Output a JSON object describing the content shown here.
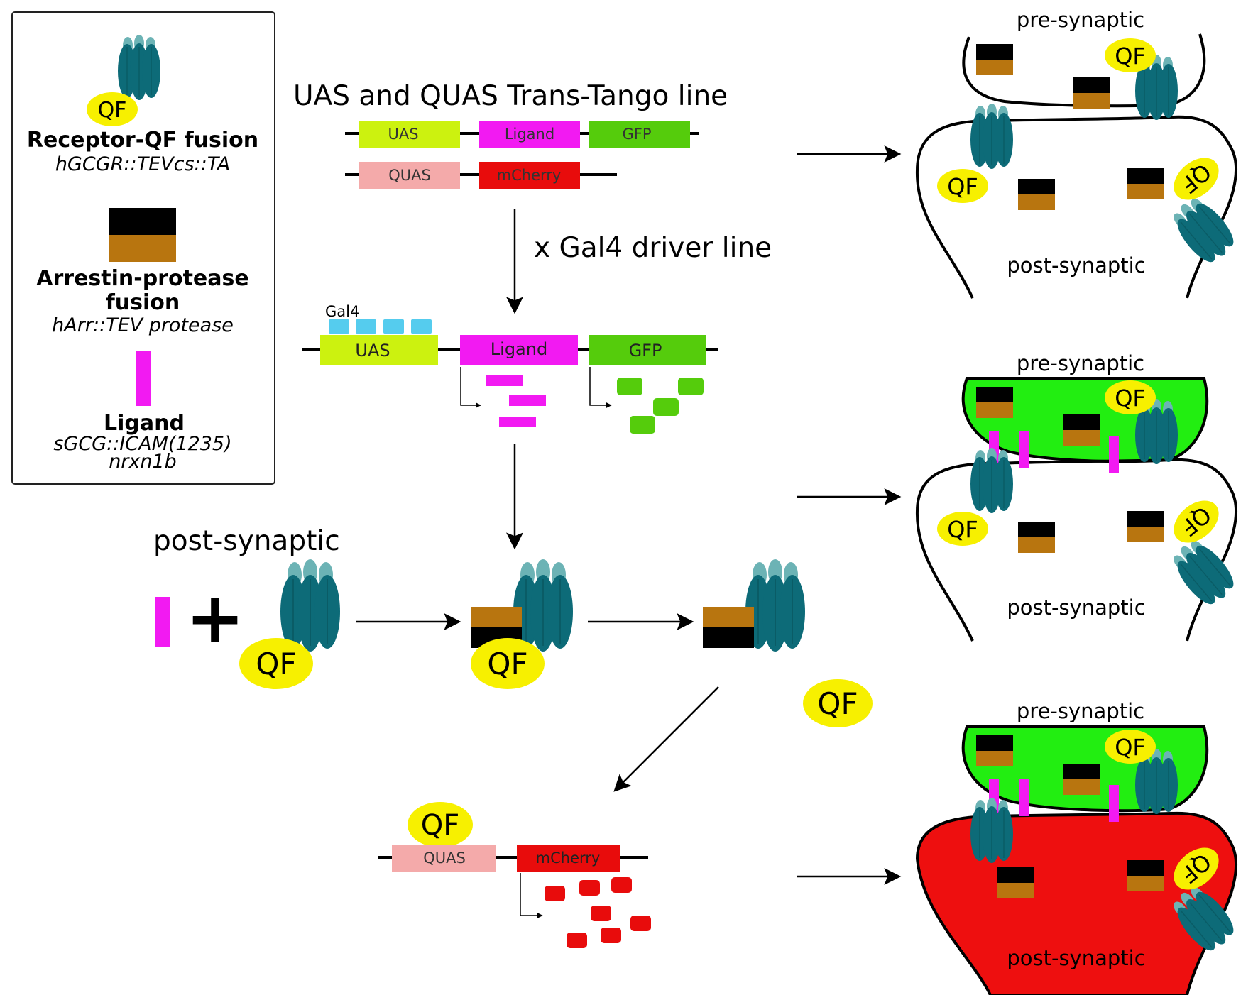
{
  "legend": {
    "receptor_badge": "QF",
    "receptor_title": "Receptor-QF fusion",
    "receptor_subtitle": "hGCGR::TEVcs::TA",
    "arrestin_title_1": "Arrestin-protease",
    "arrestin_title_2": "fusion",
    "arrestin_subtitle": "hArr::TEV protease",
    "ligand_title": "Ligand",
    "ligand_subtitle_1": "sGCG::ICAM(1235)",
    "ligand_subtitle_2": "nrxn1b"
  },
  "constructs": {
    "heading": "UAS and QUAS Trans-Tango line",
    "uas": "UAS",
    "ligand": "Ligand",
    "gfp": "GFP",
    "quas": "QUAS",
    "mcherry": "mCherry"
  },
  "cross_label": "x Gal4 driver line",
  "activated": {
    "gal4": "Gal4",
    "uas": "UAS",
    "ligand": "Ligand",
    "gfp": "GFP"
  },
  "mechanism": {
    "title": "post-synaptic",
    "plus": "+",
    "qf1": "QF",
    "qf2": "QF",
    "qf_free": "QF"
  },
  "readout": {
    "qf": "QF",
    "quas": "QUAS",
    "mcherry": "mCherry"
  },
  "synapses": [
    {
      "pre": "pre-synaptic",
      "post": "post-synaptic",
      "qf_pre": "QF",
      "qf_post": "QF",
      "qf_flipped": "QF"
    },
    {
      "pre": "pre-synaptic",
      "post": "post-synaptic",
      "qf_pre": "QF",
      "qf_post": "QF",
      "qf_flipped": "QF"
    },
    {
      "pre": "pre-synaptic",
      "post": "post-synaptic",
      "qf_pre": "QF",
      "qf_flipped": "QF"
    }
  ],
  "colors": {
    "receptor": "#0d6b78",
    "receptor_light": "#6cb3b5",
    "qf": "#f7f000",
    "arrestin_top": "#000000",
    "arrestin_bottom": "#b8750f",
    "ligand": "#f21af2",
    "uas": "#ccf20f",
    "gfp": "#55cc0c",
    "quas": "#f4aaaa",
    "mcherry": "#e80c0c",
    "gal4": "#55ccee",
    "pre_fill_green": "#22ee11",
    "post_fill_red": "#ee0f0f"
  }
}
